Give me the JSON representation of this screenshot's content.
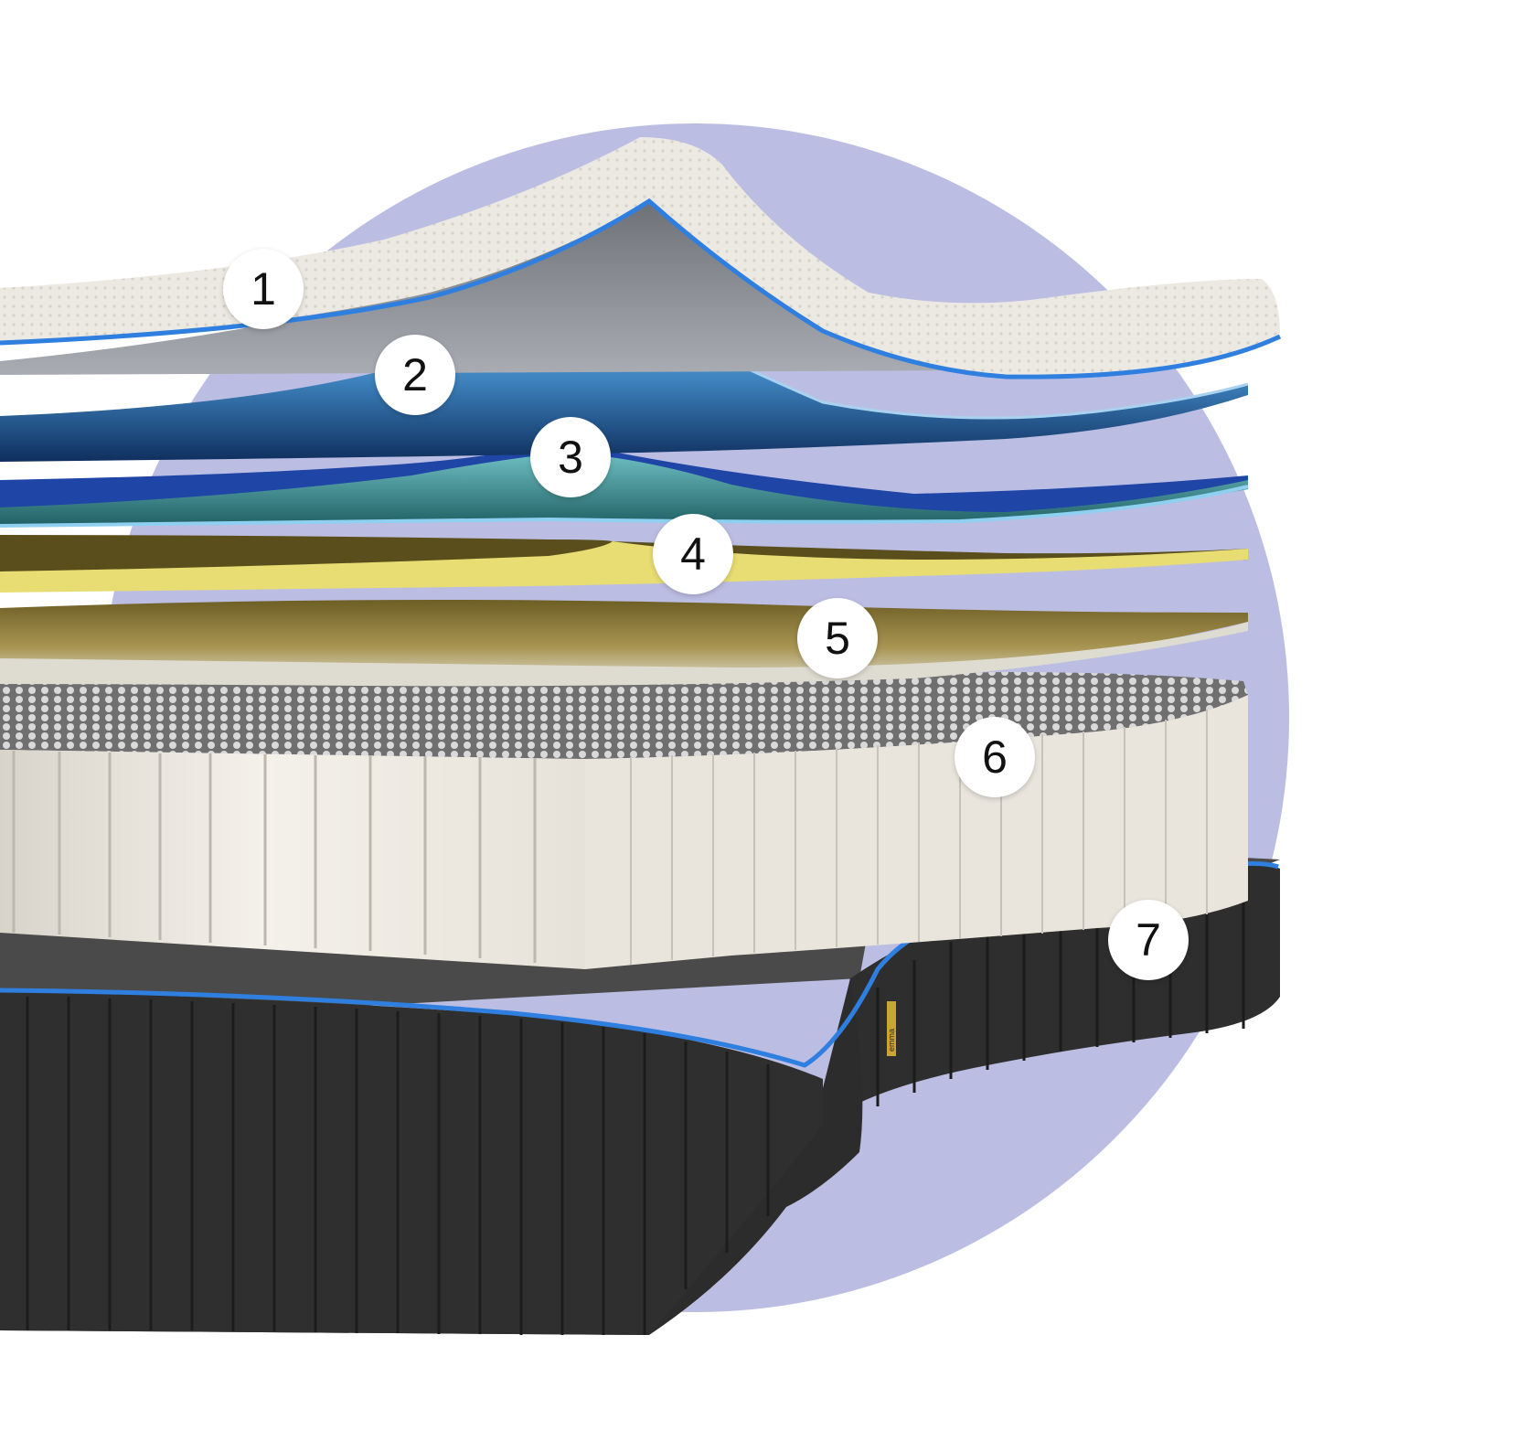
{
  "diagram": {
    "layers": [
      {
        "label": "1",
        "name": "top-cover-layer"
      },
      {
        "label": "2",
        "name": "blue-foam-layer"
      },
      {
        "label": "3",
        "name": "teal-foam-layer"
      },
      {
        "label": "4",
        "name": "yellow-foam-layer"
      },
      {
        "label": "5",
        "name": "olive-foam-layer"
      },
      {
        "label": "6",
        "name": "pocket-spring-layer"
      },
      {
        "label": "7",
        "name": "base-cover-layer"
      }
    ],
    "brand_tag": "emma"
  },
  "colors": {
    "backdrop_circle": "#bcbde3",
    "piping": "#2f7fe0",
    "cover_fabric": "#ece9e2",
    "cover_underside": "#8a8d94",
    "blue_foam": "#4a95cc",
    "teal_foam": "#3d8f93",
    "yellow_foam": "#e8dd72",
    "olive_foam": "#8a7b3c",
    "spring_fabric": "#ece8df",
    "base_fabric": "#2f2f2f",
    "brand_tag": "#c9a535"
  }
}
